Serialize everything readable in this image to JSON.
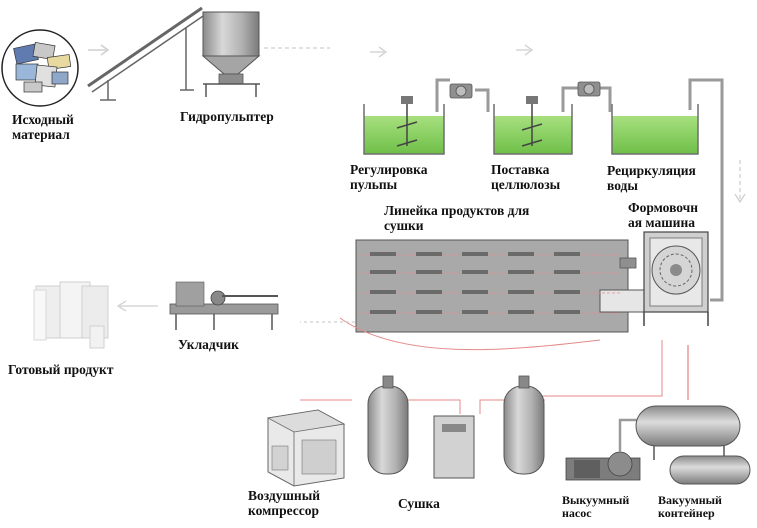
{
  "labels": {
    "raw_material": "Исходный\nматериал",
    "hydropulper": "Гидропульптер",
    "pulp_regulation": "Регулировка\nпульпы",
    "pulp_supply": "Поставка\nцеллюлозы",
    "water_recirculation": "Рециркуляция\nводы",
    "drying_line": "Линейка продуктов для\nсушки",
    "forming_machine": "Формовочн\nая машина",
    "stacker": "Укладчик",
    "finished_product": "Готовый продукт",
    "air_compressor": "Воздушный\nкомпрессор",
    "dryer": "Сушка",
    "vacuum_pump": "Выкуумный\nнасос",
    "vacuum_container": "Вакуумный\nконтейнер"
  },
  "colors": {
    "pulp_green": "#8fd36a",
    "tank_outline": "#6f6f6f",
    "dryer_body": "#a9a9a9",
    "pipe_red": "#e58a8a",
    "flow_arrow": "#cfcfcf",
    "equipment_grey": "#9a9a9a"
  }
}
